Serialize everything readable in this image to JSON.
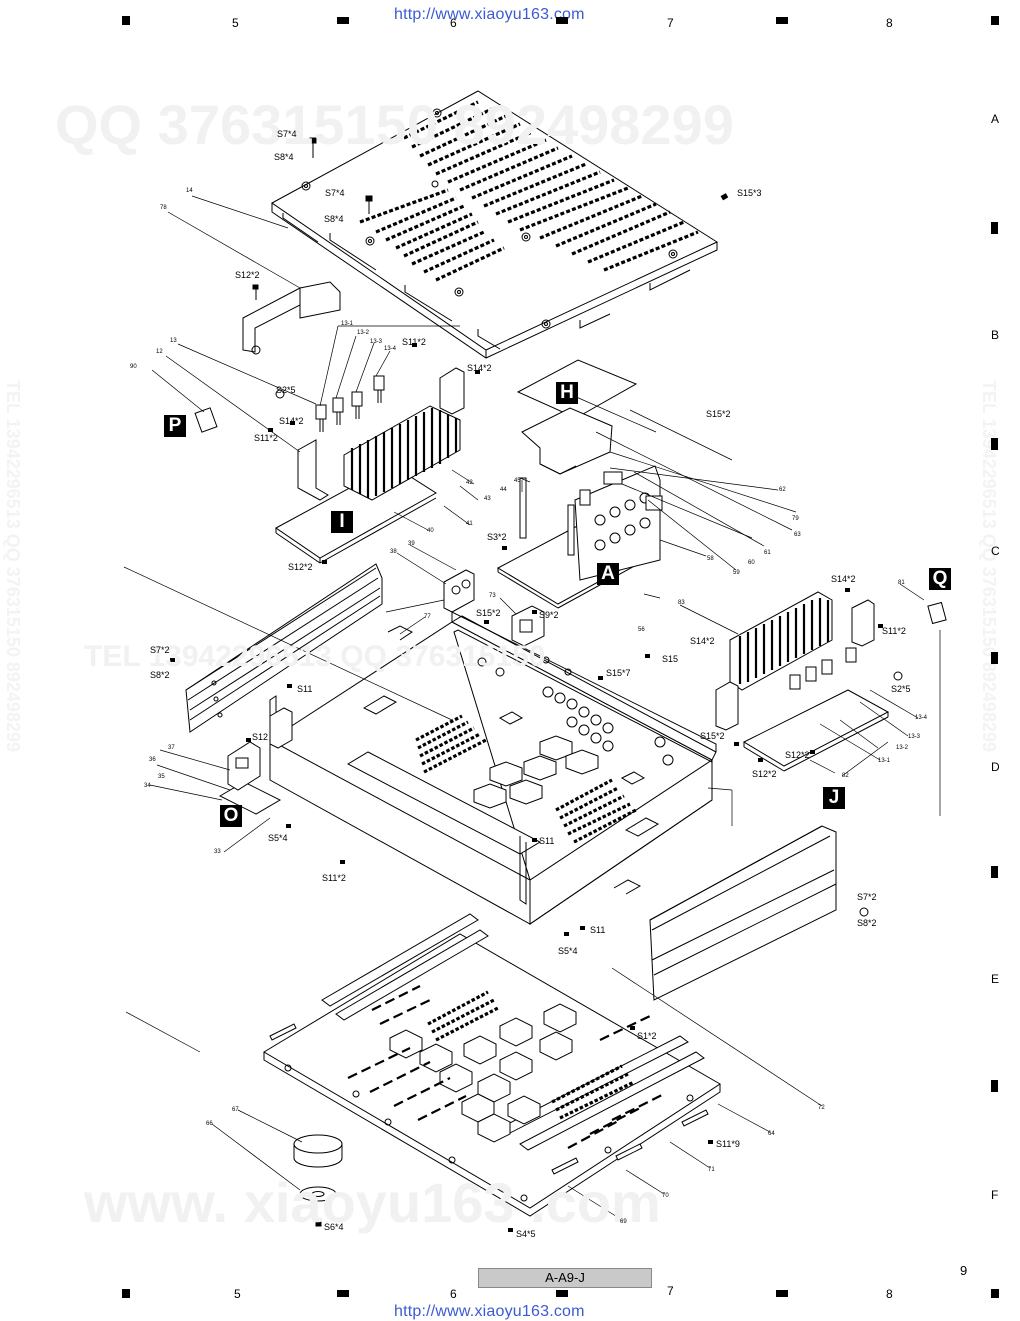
{
  "header_url": "http://www.xiaoyu163.com",
  "footer_url": "http://www.xiaoyu163.com",
  "watermarks": {
    "top": "QQ 376315150  892498299",
    "bottom": "www. xiaoyu163 .com",
    "middle": "TEL 13942296513  QQ 376315150",
    "left_vertical": "TEL 13942296513  QQ 376315150  892498299",
    "right_vertical": "TEL 13942296513  QQ 376315150  892498299"
  },
  "grid_columns": [
    "5",
    "6",
    "7",
    "8"
  ],
  "grid_rows": [
    "A",
    "B",
    "C",
    "D",
    "E",
    "F"
  ],
  "page_label": "A-A9-J",
  "page_number": "9",
  "board_badges": [
    "H",
    "P",
    "I",
    "A",
    "Q",
    "J",
    "O"
  ],
  "part_labels": [
    "S7*4",
    "S8*4",
    "S7*4",
    "S8*4",
    "S15*3",
    "S12*2",
    "S11*2",
    "S14*2",
    "S2*5",
    "S14*2",
    "S11*2",
    "S12*2",
    "S15*2",
    "S3*2",
    "S15*2",
    "S9*2",
    "S15*7",
    "S15",
    "S7*2",
    "S8*2",
    "S11",
    "S12",
    "S5*4",
    "S11*2",
    "S11",
    "S11",
    "S5*4",
    "S14*2",
    "S11*2",
    "S2*5",
    "S14*2",
    "S15*2",
    "S12*2",
    "S12*2",
    "S7*2",
    "S8*2",
    "S1*2",
    "S11*9",
    "S6*4",
    "S4*5"
  ],
  "callouts": [
    "14",
    "78",
    "90",
    "12",
    "13",
    "13-1",
    "13-2",
    "13-3",
    "13-4",
    "42",
    "43",
    "40",
    "41",
    "39",
    "38",
    "77",
    "37",
    "36",
    "35",
    "34",
    "33",
    "45",
    "44",
    "73",
    "63",
    "79",
    "62",
    "61",
    "60",
    "59",
    "58",
    "56",
    "83",
    "81",
    "13-4",
    "13-3",
    "13-2",
    "13-1",
    "82",
    "72",
    "64",
    "71",
    "70",
    "69",
    "67",
    "66"
  ]
}
